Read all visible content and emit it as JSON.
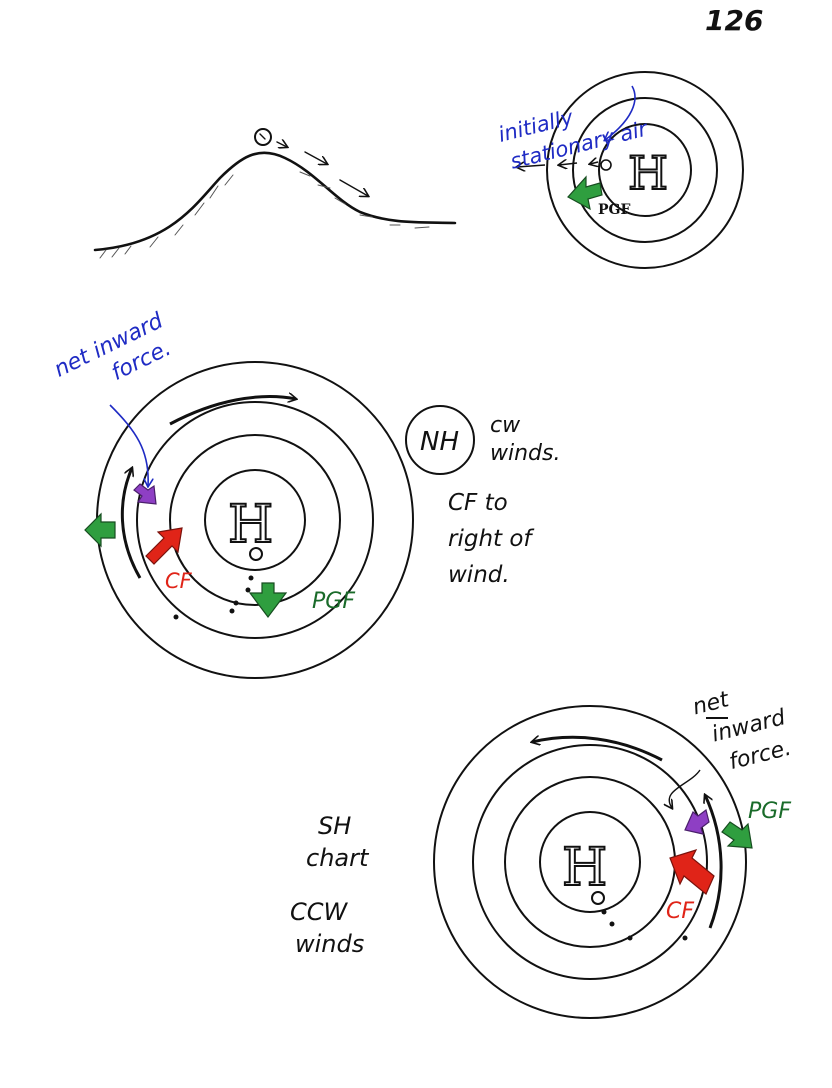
{
  "page_number": "126",
  "colors": {
    "ink": "#111111",
    "annotation_blue": "#1f2bc4",
    "cf_red": "#e02418",
    "pgf_green": "#2f9e3f",
    "net_purple": "#8e3fc4"
  },
  "top_diagram": {
    "annotation_line1": "initially",
    "annotation_line2": "stationary air",
    "center_label": "H",
    "force_label": "PGF"
  },
  "nh_diagram": {
    "annotation_line1": "net inward",
    "annotation_line2": "force.",
    "center_label": "H",
    "hemisphere_label": "NH",
    "winds_line1": "cw",
    "winds_line2": "winds.",
    "rule_line1": "CF to",
    "rule_line2": "right of",
    "rule_line3": "wind.",
    "cf_label": "CF",
    "pgf_label": "PGF"
  },
  "sh_diagram": {
    "annotation_line1": "net",
    "annotation_line2": "inward",
    "annotation_line3": "force.",
    "center_label": "H",
    "side_line1": "SH",
    "side_line2": "chart",
    "side_line3": "CCW",
    "side_line4": "winds",
    "cf_label": "CF",
    "pgf_label": "PGF"
  }
}
